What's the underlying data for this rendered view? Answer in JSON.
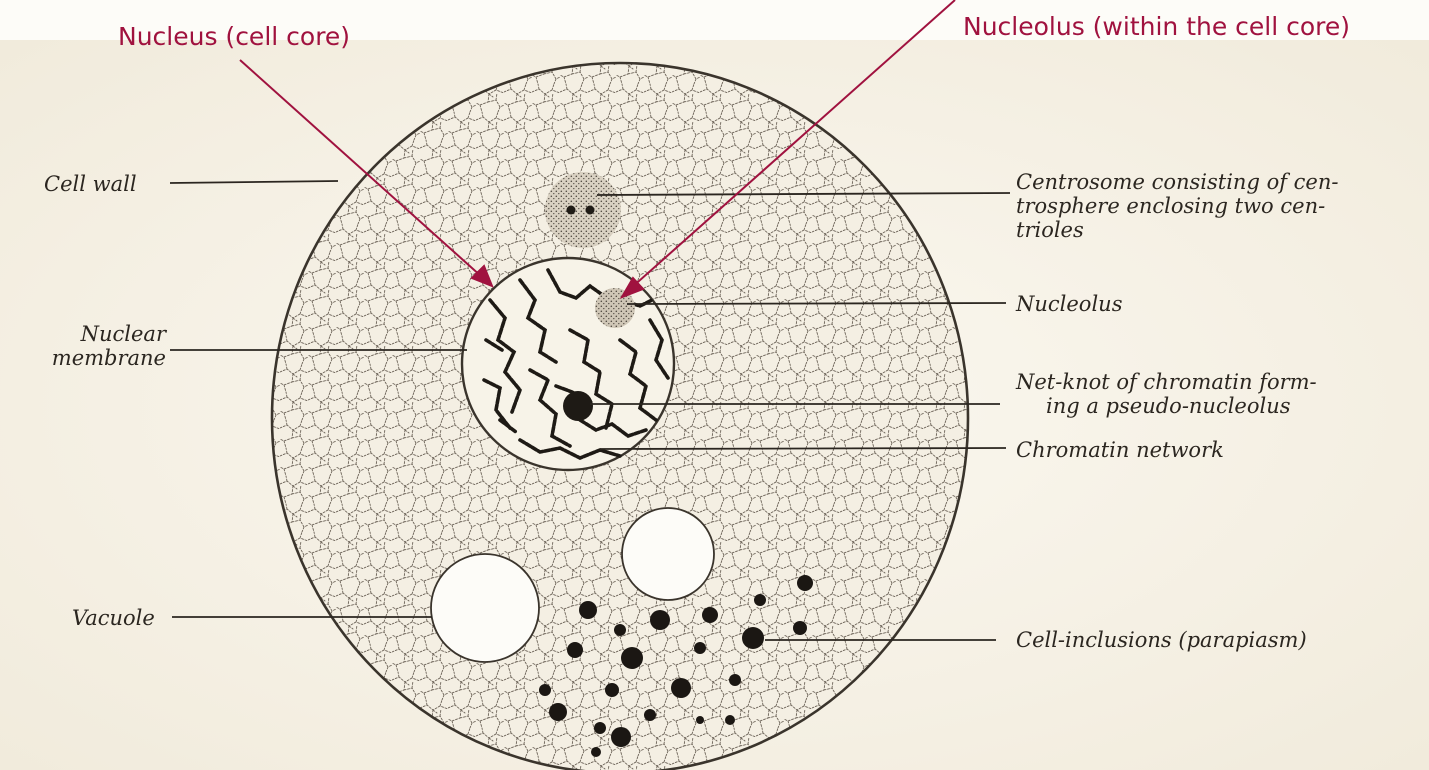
{
  "colors": {
    "annotation": "#a0123f",
    "ink": "#2b2620",
    "paper": "#f6f1e6"
  },
  "annotations": {
    "nucleus": "Nucleus (cell core)",
    "nucleolus": "Nucleolus (within the cell core)"
  },
  "labels": {
    "cell_wall": "Cell wall",
    "nuclear_membrane": [
      "Nuclear",
      "membrane"
    ],
    "vacuole": "Vacuole",
    "centrosome": [
      "Centrosome consisting of cen-",
      "trosphere enclosing two cen-",
      "trioles"
    ],
    "nucleolus": "Nucleolus",
    "net_knot": [
      "Net-knot of chromatin form-",
      "ing a pseudo-nucleolus"
    ],
    "chromatin_network": "Chromatin network",
    "cell_inclusions": "Cell-inclusions (parapiasm)"
  }
}
